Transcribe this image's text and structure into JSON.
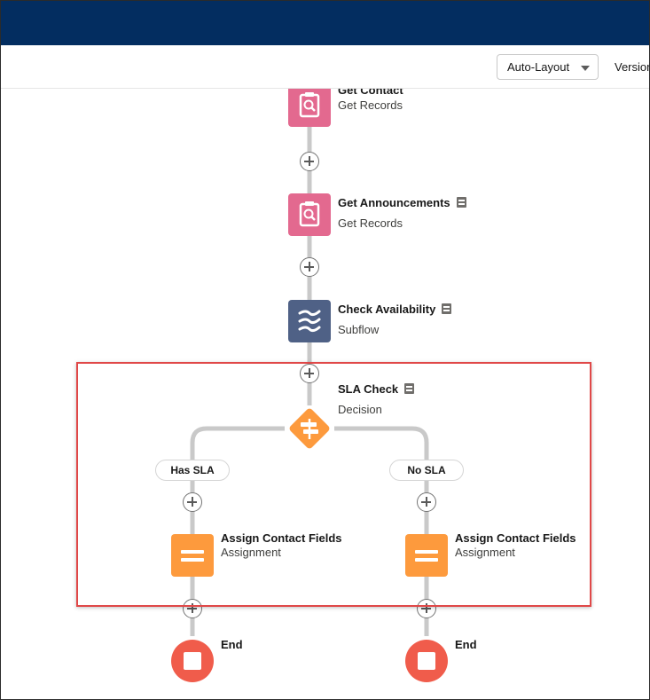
{
  "toolbar": {
    "layout_select": "Auto-Layout",
    "version_label": "Version"
  },
  "flow": {
    "nodes": [
      {
        "title": "Get Contact",
        "subtitle": "Get Records",
        "icon": "get-records-icon"
      },
      {
        "title": "Get Announcements",
        "subtitle": "Get Records",
        "icon": "get-records-icon"
      },
      {
        "title": "Check Availability",
        "subtitle": "Subflow",
        "icon": "subflow-icon"
      },
      {
        "title": "SLA Check",
        "subtitle": "Decision",
        "icon": "decision-icon"
      }
    ],
    "branches": [
      {
        "label": "Has SLA",
        "assignment_title": "Assign Contact Fields",
        "assignment_subtitle": "Assignment",
        "end_label": "End"
      },
      {
        "label": "No SLA",
        "assignment_title": "Assign Contact Fields",
        "assignment_subtitle": "Assignment",
        "end_label": "End"
      }
    ]
  },
  "colors": {
    "header": "#032d60",
    "get_records": "#e3698f",
    "subflow": "#4f6186",
    "decision": "#fd9a3d",
    "assignment": "#fd9a3d",
    "end": "#f05c4b",
    "highlight": "#e04848"
  }
}
